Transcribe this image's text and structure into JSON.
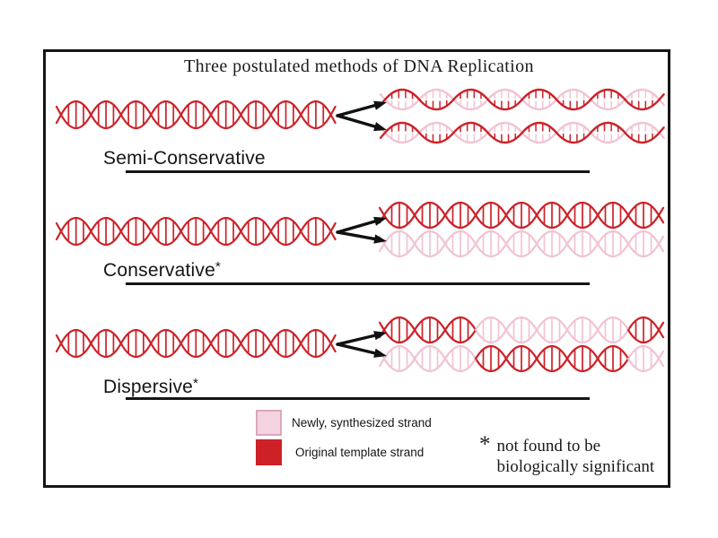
{
  "title": "Three postulated methods of DNA Replication",
  "colors": {
    "original_strand": "#cc2229",
    "new_strand": "#f1c4d3",
    "legend_new_fill": "#f4d3e0",
    "legend_new_border": "#d9a8bd",
    "legend_original_fill": "#cd2027",
    "arrow": "#111111",
    "border": "#151515",
    "text": "#1a1a1a"
  },
  "rows": [
    {
      "label": "Semi-Conservative",
      "superscript": "",
      "parent": {
        "style": "lens",
        "pattern": [
          "O",
          "O",
          "O",
          "O",
          "O",
          "O",
          "O",
          "O",
          "O"
        ]
      },
      "daughters": [
        {
          "style": "wave",
          "top": "O",
          "bottom": "N"
        },
        {
          "style": "wave",
          "top": "O",
          "bottom": "N"
        }
      ]
    },
    {
      "label": "Conservative",
      "superscript": "*",
      "parent": {
        "style": "lens",
        "pattern": [
          "O",
          "O",
          "O",
          "O",
          "O",
          "O",
          "O",
          "O",
          "O"
        ]
      },
      "daughters": [
        {
          "style": "lens",
          "pattern": [
            "O",
            "O",
            "O",
            "O",
            "O",
            "O",
            "O",
            "O",
            "O"
          ]
        },
        {
          "style": "lens",
          "pattern": [
            "N",
            "N",
            "N",
            "N",
            "N",
            "N",
            "N",
            "N",
            "N"
          ]
        }
      ]
    },
    {
      "label": "Dispersive",
      "superscript": "*",
      "parent": {
        "style": "lens",
        "pattern": [
          "O",
          "O",
          "O",
          "O",
          "O",
          "O",
          "O",
          "O",
          "O"
        ]
      },
      "daughters": [
        {
          "style": "lens",
          "pattern": [
            "O",
            "O",
            "O",
            "N",
            "N",
            "N",
            "N",
            "N",
            "O"
          ]
        },
        {
          "style": "lens",
          "pattern": [
            "N",
            "N",
            "N",
            "O",
            "O",
            "O",
            "O",
            "O",
            "N"
          ]
        }
      ]
    }
  ],
  "legend": [
    {
      "swatch": "new",
      "label": "Newly, synthesized strand"
    },
    {
      "swatch": "original",
      "label": "Original template strand"
    }
  ],
  "footnote": {
    "symbol": "*",
    "line1": "not found to be",
    "line2": "biologically significant"
  }
}
